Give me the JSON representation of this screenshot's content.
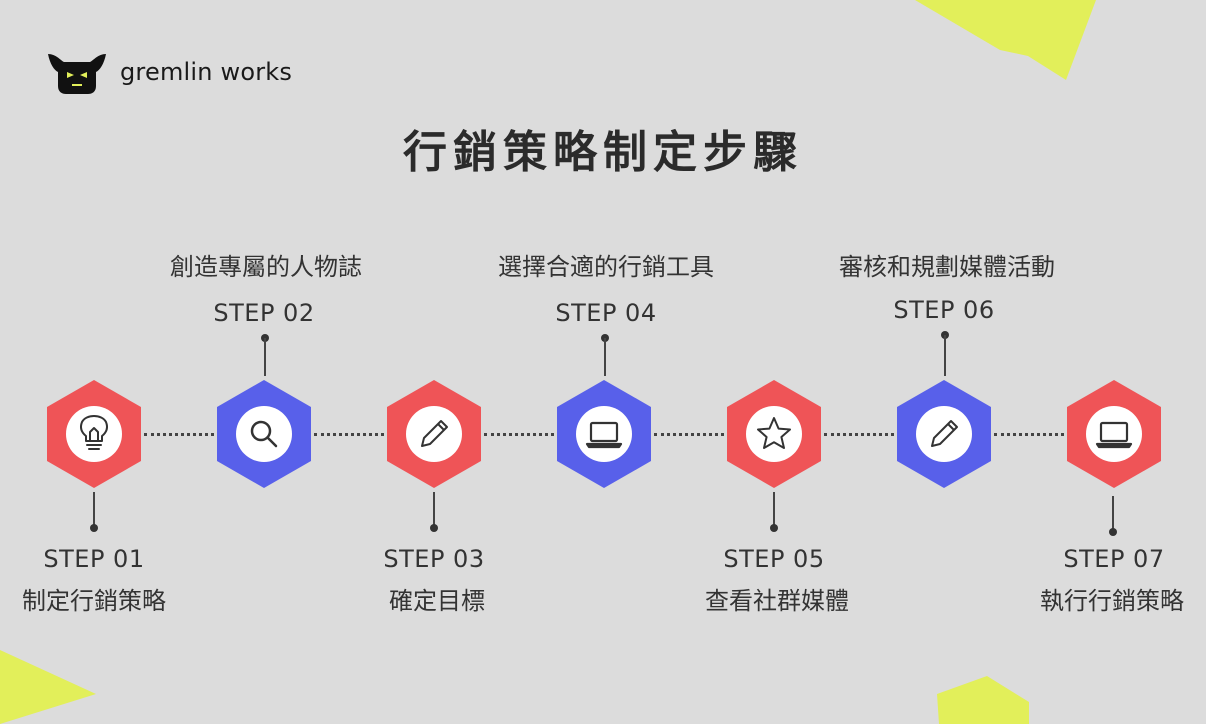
{
  "brand": {
    "name": "gremlin works"
  },
  "title": "行銷策略制定步驟",
  "colors": {
    "red": "#ef5457",
    "blue": "#5860ea",
    "bg": "#dcdcdc",
    "accent": "#e2ef5a"
  },
  "steps": [
    {
      "step": "STEP 01",
      "label": "制定行銷策略",
      "color": "red",
      "icon": "lightbulb-icon"
    },
    {
      "step": "STEP 02",
      "label": "創造專屬的人物誌",
      "color": "blue",
      "icon": "search-icon"
    },
    {
      "step": "STEP 03",
      "label": "確定目標",
      "color": "red",
      "icon": "pencil-icon"
    },
    {
      "step": "STEP 04",
      "label": "選擇合適的行銷工具",
      "color": "blue",
      "icon": "laptop-icon"
    },
    {
      "step": "STEP 05",
      "label": "查看社群媒體",
      "color": "red",
      "icon": "star-icon"
    },
    {
      "step": "STEP 06",
      "label": "審核和規劃媒體活動",
      "color": "blue",
      "icon": "pencil-icon"
    },
    {
      "step": "STEP 07",
      "label": "執行行銷策略",
      "color": "red",
      "icon": "laptop-icon"
    }
  ]
}
